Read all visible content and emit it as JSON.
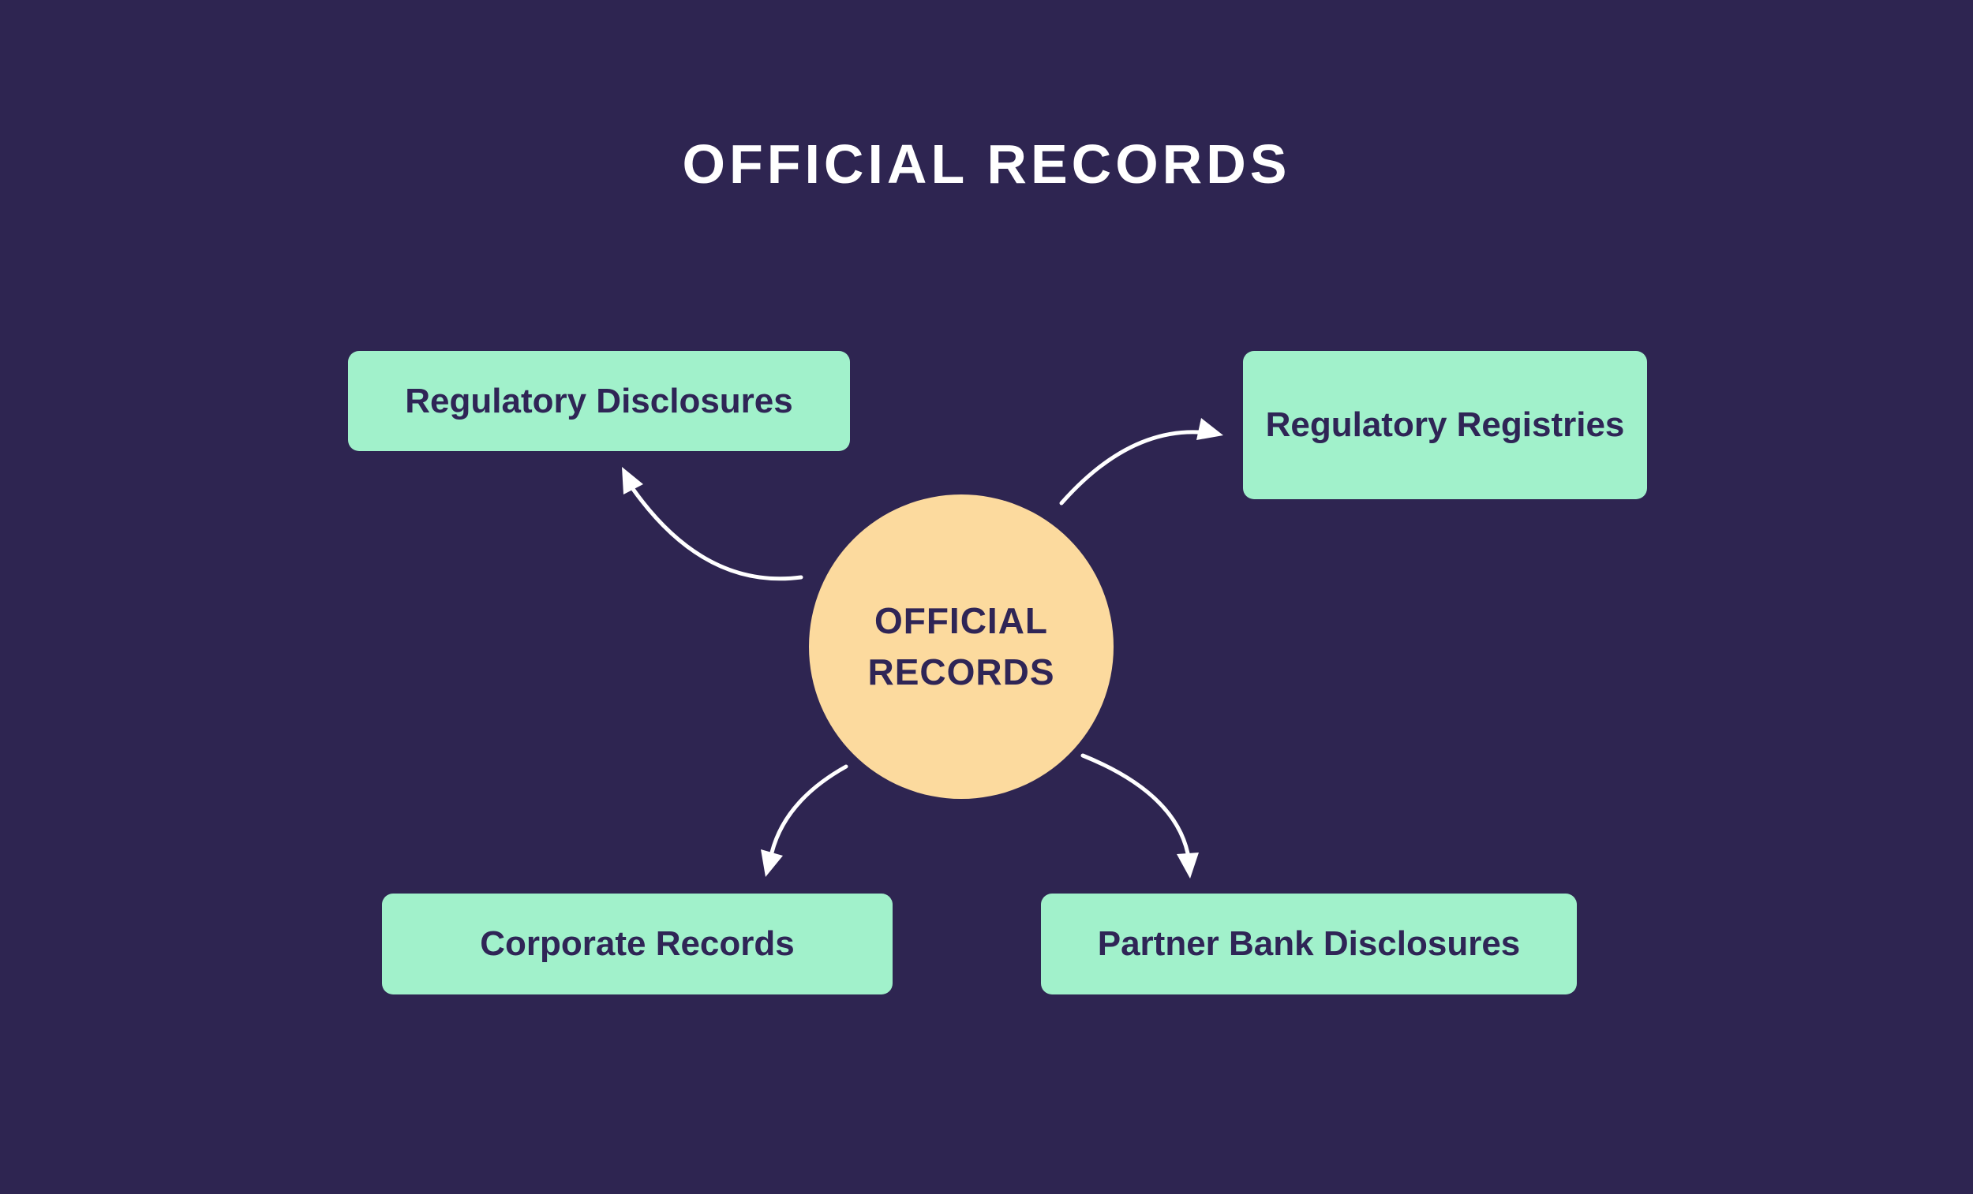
{
  "colors": {
    "background": "#2E2551",
    "node_fill": "#A1F1CB",
    "center_fill": "#FCDA9E",
    "text_dark": "#2F2556",
    "title_text": "#FFFFFF",
    "arrow": "#FFFFFF"
  },
  "title": "OFFICIAL RECORDS",
  "center_node": {
    "lines": [
      "OFFICIAL",
      "RECORDS"
    ]
  },
  "nodes": [
    {
      "id": "regulatory-disclosures",
      "label": "Regulatory Disclosures"
    },
    {
      "id": "regulatory-registries",
      "label": "Regulatory Registries"
    },
    {
      "id": "corporate-records",
      "label": "Corporate Records"
    },
    {
      "id": "partner-bank-disclosures",
      "label": "Partner Bank Disclosures"
    }
  ]
}
